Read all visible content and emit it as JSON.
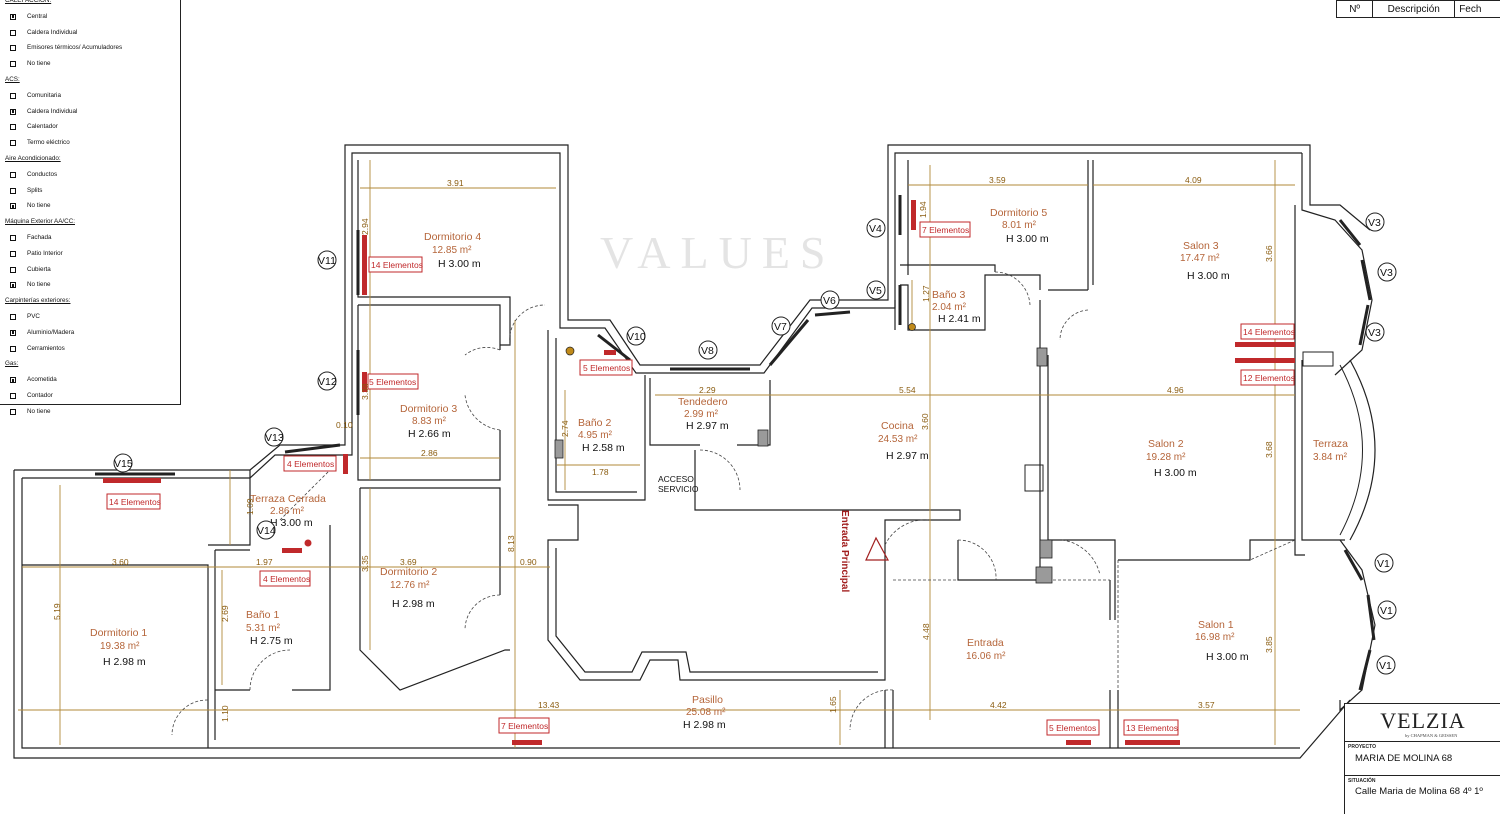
{
  "legend": {
    "groups": [
      {
        "title": "CALEFACCIÓN:",
        "items": [
          {
            "label": "Central",
            "checked": true
          },
          {
            "label": "Caldera Individual",
            "checked": false
          },
          {
            "label": "Emisores térmicos/ Acumuladores",
            "checked": false
          },
          {
            "label": "No tiene",
            "checked": false
          }
        ]
      },
      {
        "title": "ACS:",
        "items": [
          {
            "label": "Comunitaria",
            "checked": false
          },
          {
            "label": "Caldera Individual",
            "checked": true
          },
          {
            "label": "Calentador",
            "checked": false
          },
          {
            "label": "Termo eléctrico",
            "checked": false
          }
        ]
      },
      {
        "title": "Aire Acondicionado:",
        "items": [
          {
            "label": "Conductos",
            "checked": false
          },
          {
            "label": "Splits",
            "checked": false
          },
          {
            "label": "No tiene",
            "checked": true
          }
        ]
      },
      {
        "title": "Máquina Exterior AA/CC:",
        "items": [
          {
            "label": "Fachada",
            "checked": false
          },
          {
            "label": "Patio Interior",
            "checked": false
          },
          {
            "label": "Cubierta",
            "checked": false
          },
          {
            "label": "No tiene",
            "checked": true
          }
        ]
      },
      {
        "title": "Carpinterías exteriores:",
        "items": [
          {
            "label": "PVC",
            "checked": false
          },
          {
            "label": "Aluminio/Madera",
            "checked": true
          },
          {
            "label": "Cerramientos",
            "checked": false
          }
        ]
      },
      {
        "title": "Gas:",
        "items": [
          {
            "label": "Acometida",
            "checked": true
          },
          {
            "label": "Contador",
            "checked": false
          },
          {
            "label": "No tiene",
            "checked": false
          }
        ]
      }
    ]
  },
  "revision_table": {
    "col_no": "Nº",
    "col_desc": "Descripción",
    "col_date": "Fech"
  },
  "title_block": {
    "brand": "VELZIA",
    "brand_sub": "by CHAPMAN & GEISSEN",
    "project_label": "PROYECTO",
    "project": "MARIA DE MOLINA 68",
    "location_label": "SITUACIÓN",
    "location": "Calle Maria de Molina 68 4º 1º"
  },
  "watermark": "VALUES",
  "rooms": [
    {
      "name": "Dormitorio 4",
      "area": "12.85 m²",
      "height": "H 3.00 m"
    },
    {
      "name": "Dormitorio 3",
      "area": "8.83 m²",
      "height": "H 2.66 m"
    },
    {
      "name": "Dormitorio 2",
      "area": "12.76 m²",
      "height": "H 2.98 m"
    },
    {
      "name": "Dormitorio 1",
      "area": "19.38 m²",
      "height": "H 2.98 m"
    },
    {
      "name": "Baño 1",
      "area": "5.31 m²",
      "height": "H 2.75 m"
    },
    {
      "name": "Terraza Cerrada",
      "area": "2.86 m²",
      "height": "H 3.00 m"
    },
    {
      "name": "Baño 2",
      "area": "4.95 m²",
      "height": "H 2.58 m"
    },
    {
      "name": "Tendedero",
      "area": "2.99 m²",
      "height": "H 2.97 m"
    },
    {
      "name": "Cocina",
      "area": "24.53 m²",
      "height": "H 2.97 m"
    },
    {
      "name": "Dormitorio 5",
      "area": "8.01 m²",
      "height": "H 3.00 m"
    },
    {
      "name": "Baño 3",
      "area": "2.04 m²",
      "height": "H 2.41 m"
    },
    {
      "name": "Salon 3",
      "area": "17.47 m²",
      "height": "H 3.00 m"
    },
    {
      "name": "Salon 2",
      "area": "19.28 m²",
      "height": "H 3.00 m"
    },
    {
      "name": "Terraza",
      "area": "3.84 m²",
      "height": ""
    },
    {
      "name": "Salon 1",
      "area": "16.98 m²",
      "height": "H 3.00 m"
    },
    {
      "name": "Entrada",
      "area": "16.06 m²",
      "height": ""
    },
    {
      "name": "Pasillo",
      "area": "25.08 m²",
      "height": "H 2.98 m"
    }
  ],
  "windows": [
    "V1",
    "V1",
    "V1",
    "V3",
    "V3",
    "V3",
    "V4",
    "V5",
    "V6",
    "V7",
    "V8",
    "V10",
    "V11",
    "V12",
    "V13",
    "V14",
    "V15"
  ],
  "radiators": [
    "14 Elementos",
    "5 Elementos",
    "4 Elementos",
    "14 Elementos",
    "4 Elementos",
    "5 Elementos",
    "7 Elementos",
    "14 Elementos",
    "12 Elementos",
    "7 Elementos",
    "5 Elementos",
    "13 Elementos"
  ],
  "dimensions": [
    "3.91",
    "2.94",
    "3.38",
    "2.86",
    "0.10",
    "1.09",
    "1.97",
    "3.60",
    "3.69",
    "3.35",
    "2.69",
    "5.19",
    "1.10",
    "13.43",
    "8.13",
    "0.90",
    "1.78",
    "2.74",
    "2.29",
    "5.54",
    "3.60",
    "4.96",
    "3.59",
    "4.09",
    "1.94",
    "1.27",
    "3.66",
    "3.68",
    "4.48",
    "1.65",
    "4.42",
    "3.57",
    "3.85"
  ],
  "labels": {
    "acceso": "ACCESO",
    "servicio": "SERVICIO",
    "entrada_principal": "Entrada Principal"
  }
}
